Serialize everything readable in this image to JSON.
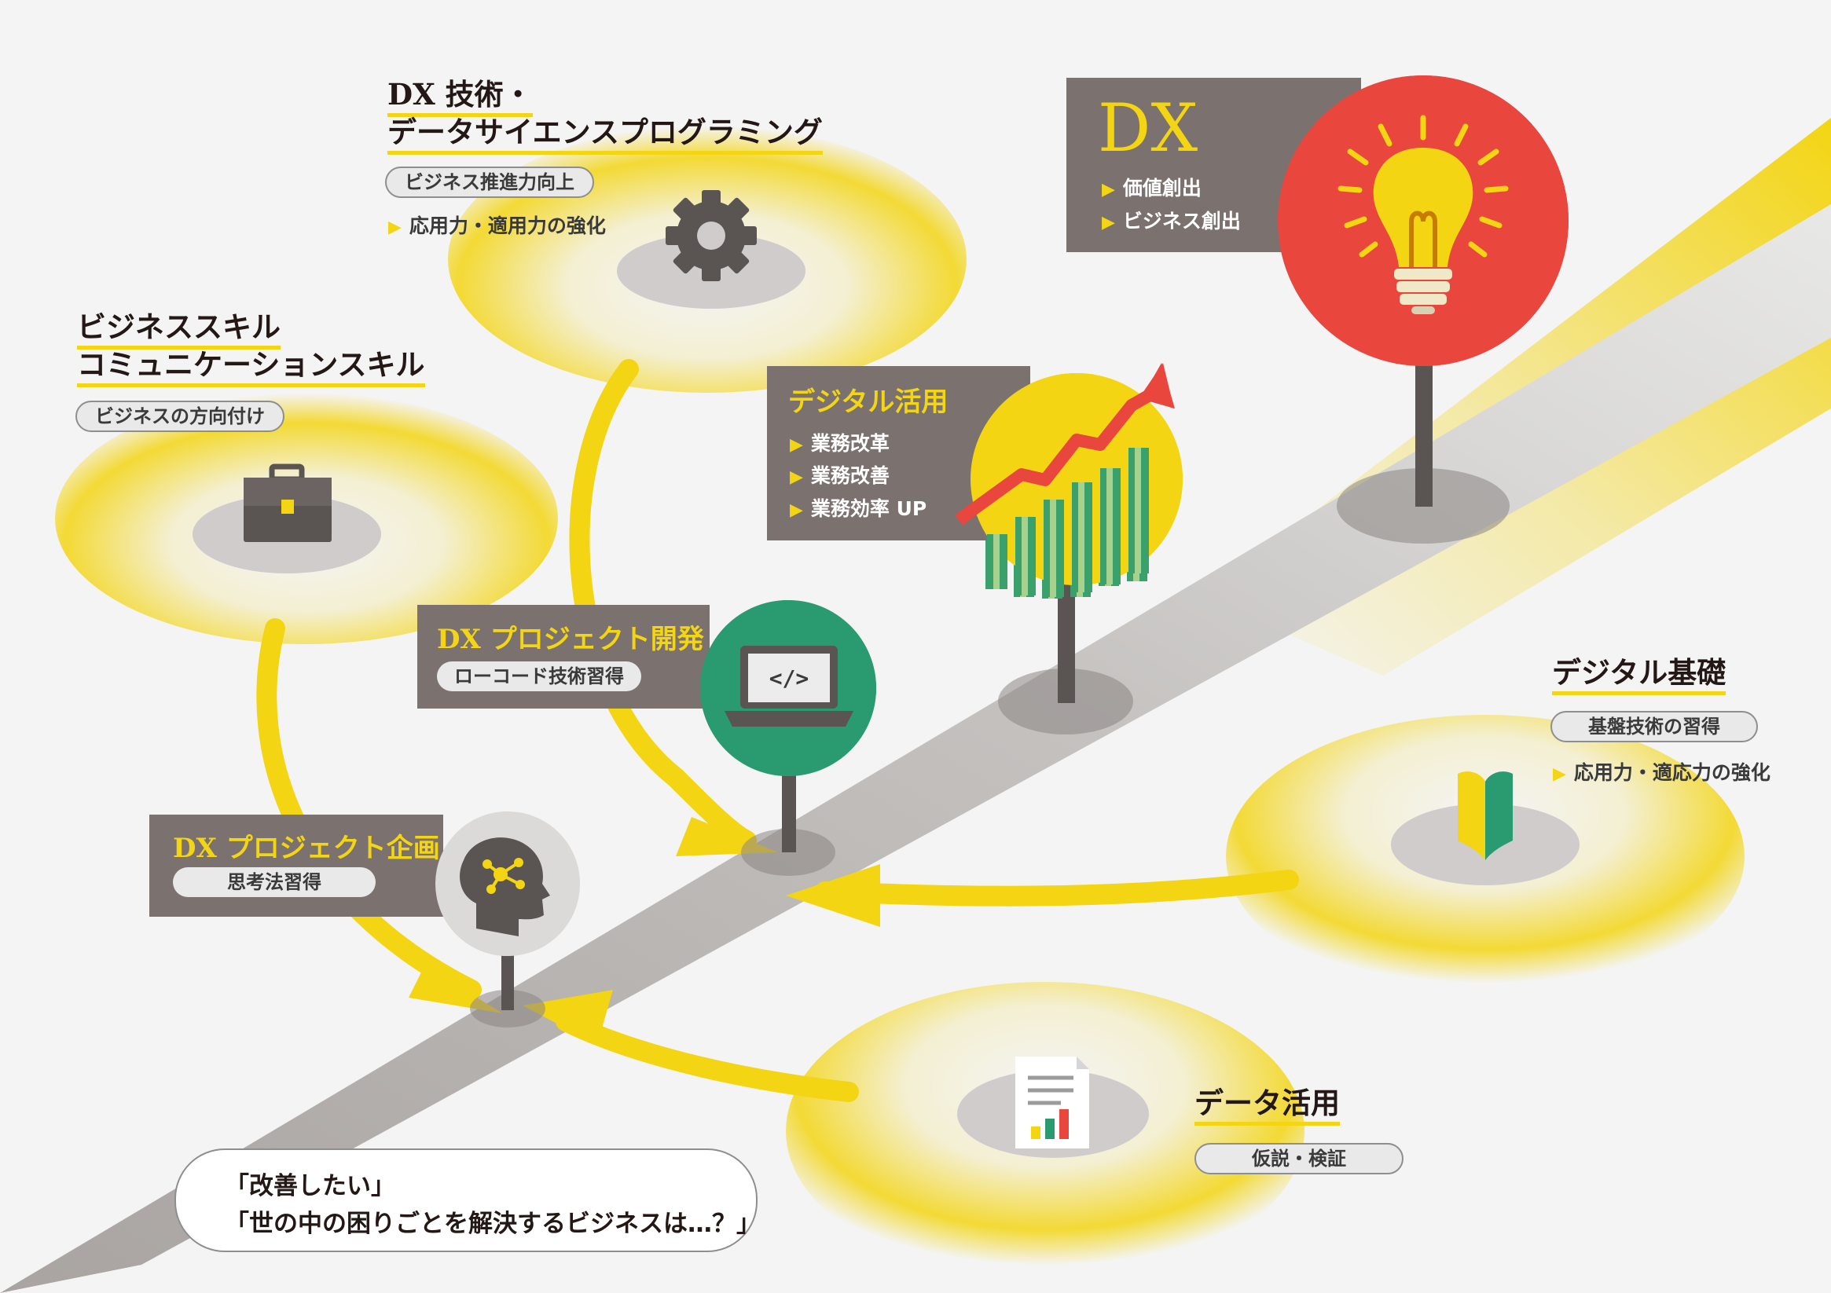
{
  "colors": {
    "yellow": "#f3d513",
    "gray_box": "#7b726f",
    "road": "#b1adaa",
    "red": "#e9463d",
    "green": "#2a9a70",
    "pole": "#5a5452"
  },
  "nodes": {
    "dx_tech": {
      "title_lines": [
        "DX 技術・",
        "データサイエンスプログラミング"
      ],
      "pill": "ビジネス推進力向上",
      "bullet": "応用力・適用力の強化",
      "icon": "gear-icon"
    },
    "business_skill": {
      "title_lines": [
        "ビジネススキル",
        "コミュニケーションスキル"
      ],
      "pill": "ビジネスの方向付け",
      "icon": "briefcase-icon"
    },
    "dx_goal": {
      "title": "DX",
      "items": [
        "価値創出",
        "ビジネス創出"
      ],
      "icon": "lightbulb-icon"
    },
    "digital_use": {
      "title": "デジタル活用",
      "items": [
        "業務改革",
        "業務改善",
        "業務効率 UP"
      ],
      "icon": "growth-chart-icon"
    },
    "dx_dev": {
      "title": "DX プロジェクト開発",
      "pill": "ローコード技術習得",
      "icon": "laptop-code-icon"
    },
    "dx_plan": {
      "title": "DX プロジェクト企画",
      "pill": "思考法習得",
      "icon": "head-network-icon"
    },
    "digital_basics": {
      "title": "デジタル基礎",
      "pill": "基盤技術の習得",
      "bullet": "応用力・適応力の強化",
      "icon": "beginner-mark-icon"
    },
    "data_use": {
      "title": "データ活用",
      "pill": "仮説・検証",
      "icon": "report-chart-icon"
    }
  },
  "speech": {
    "lines": [
      "「改善したい」",
      "「世の中の困りごとを解決するビジネスは…？」"
    ]
  }
}
